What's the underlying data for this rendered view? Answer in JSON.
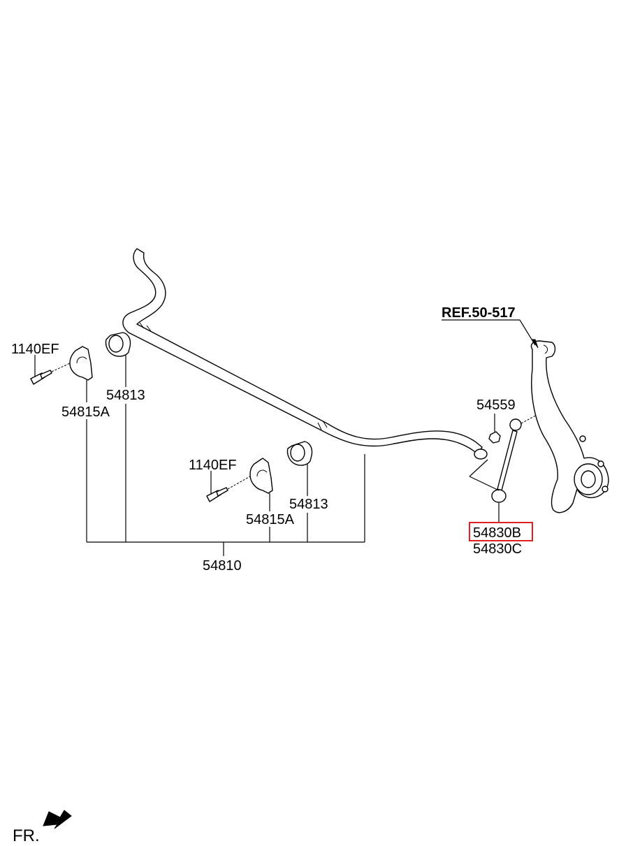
{
  "labels": {
    "bolt_left": "1140EF",
    "bracket_left": "54815A",
    "bushing_left": "54813",
    "bolt_mid": "1140EF",
    "bracket_mid": "54815A",
    "bushing_mid": "54813",
    "stabilizer_bar": "54810",
    "nut": "54559",
    "link_b": "54830B",
    "link_c": "54830C",
    "reference": "REF.50-517",
    "front_indicator": "FR."
  },
  "highlighted_part": "54830B",
  "colors": {
    "line": "#000000",
    "highlight": "#e02020",
    "background": "#ffffff"
  },
  "icons": {
    "front_direction": "arrow-icon"
  }
}
